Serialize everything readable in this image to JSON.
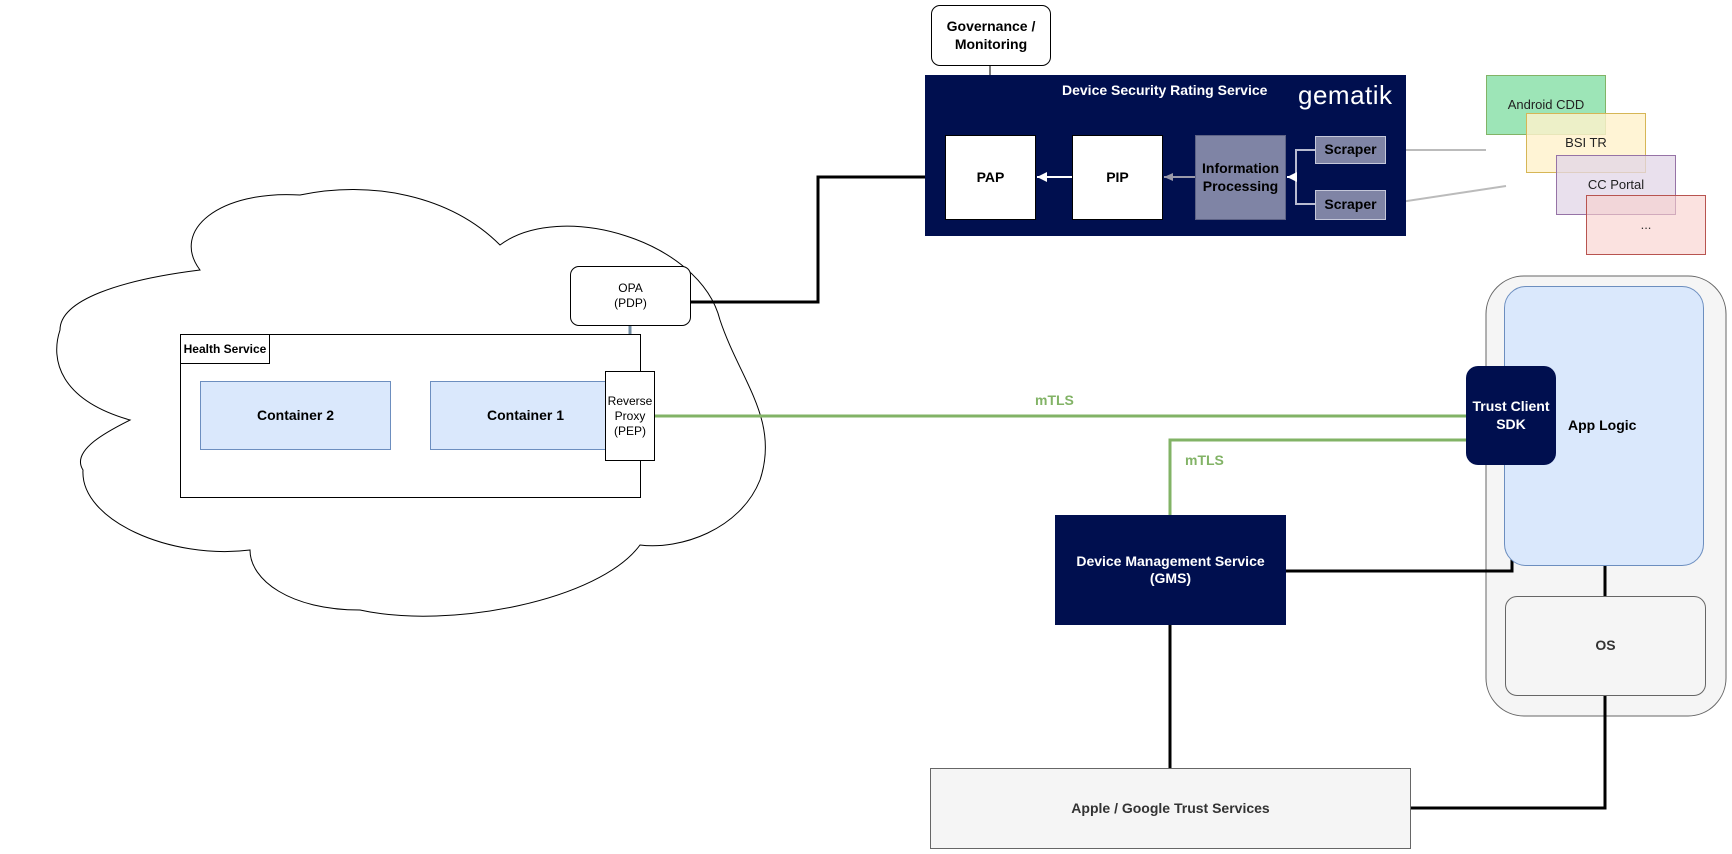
{
  "governance": "Governance /\nMonitoring",
  "dsrs": {
    "title": "Device Security Rating Service",
    "brand": "gematik",
    "pap": "PAP",
    "pip": "PIP",
    "info_processing": "Information\nProcessing",
    "scraper_top": "Scraper",
    "scraper_bottom": "Scraper"
  },
  "sources": {
    "android": "Android CDD",
    "bsi": "BSI TR",
    "cc": "CC Portal",
    "more": "..."
  },
  "cloud": {
    "opa": "OPA\n(PDP)",
    "health_service": "Health Service",
    "container2": "Container 2",
    "container1": "Container 1",
    "reverse_proxy": "Reverse\nProxy\n(PEP)"
  },
  "links": {
    "mtls_top": "mTLS",
    "mtls_bottom": "mTLS"
  },
  "device": {
    "app_logic": "App Logic",
    "trust_client": "Trust Client\nSDK",
    "os": "OS"
  },
  "gms": "Device Management Service\n(GMS)",
  "apple_google": "Apple / Google Trust Services",
  "colors": {
    "navy": "#000f4f",
    "slate": "#7f84a5",
    "container_blue": "#dae8fc",
    "mtls_green": "#82b366"
  }
}
